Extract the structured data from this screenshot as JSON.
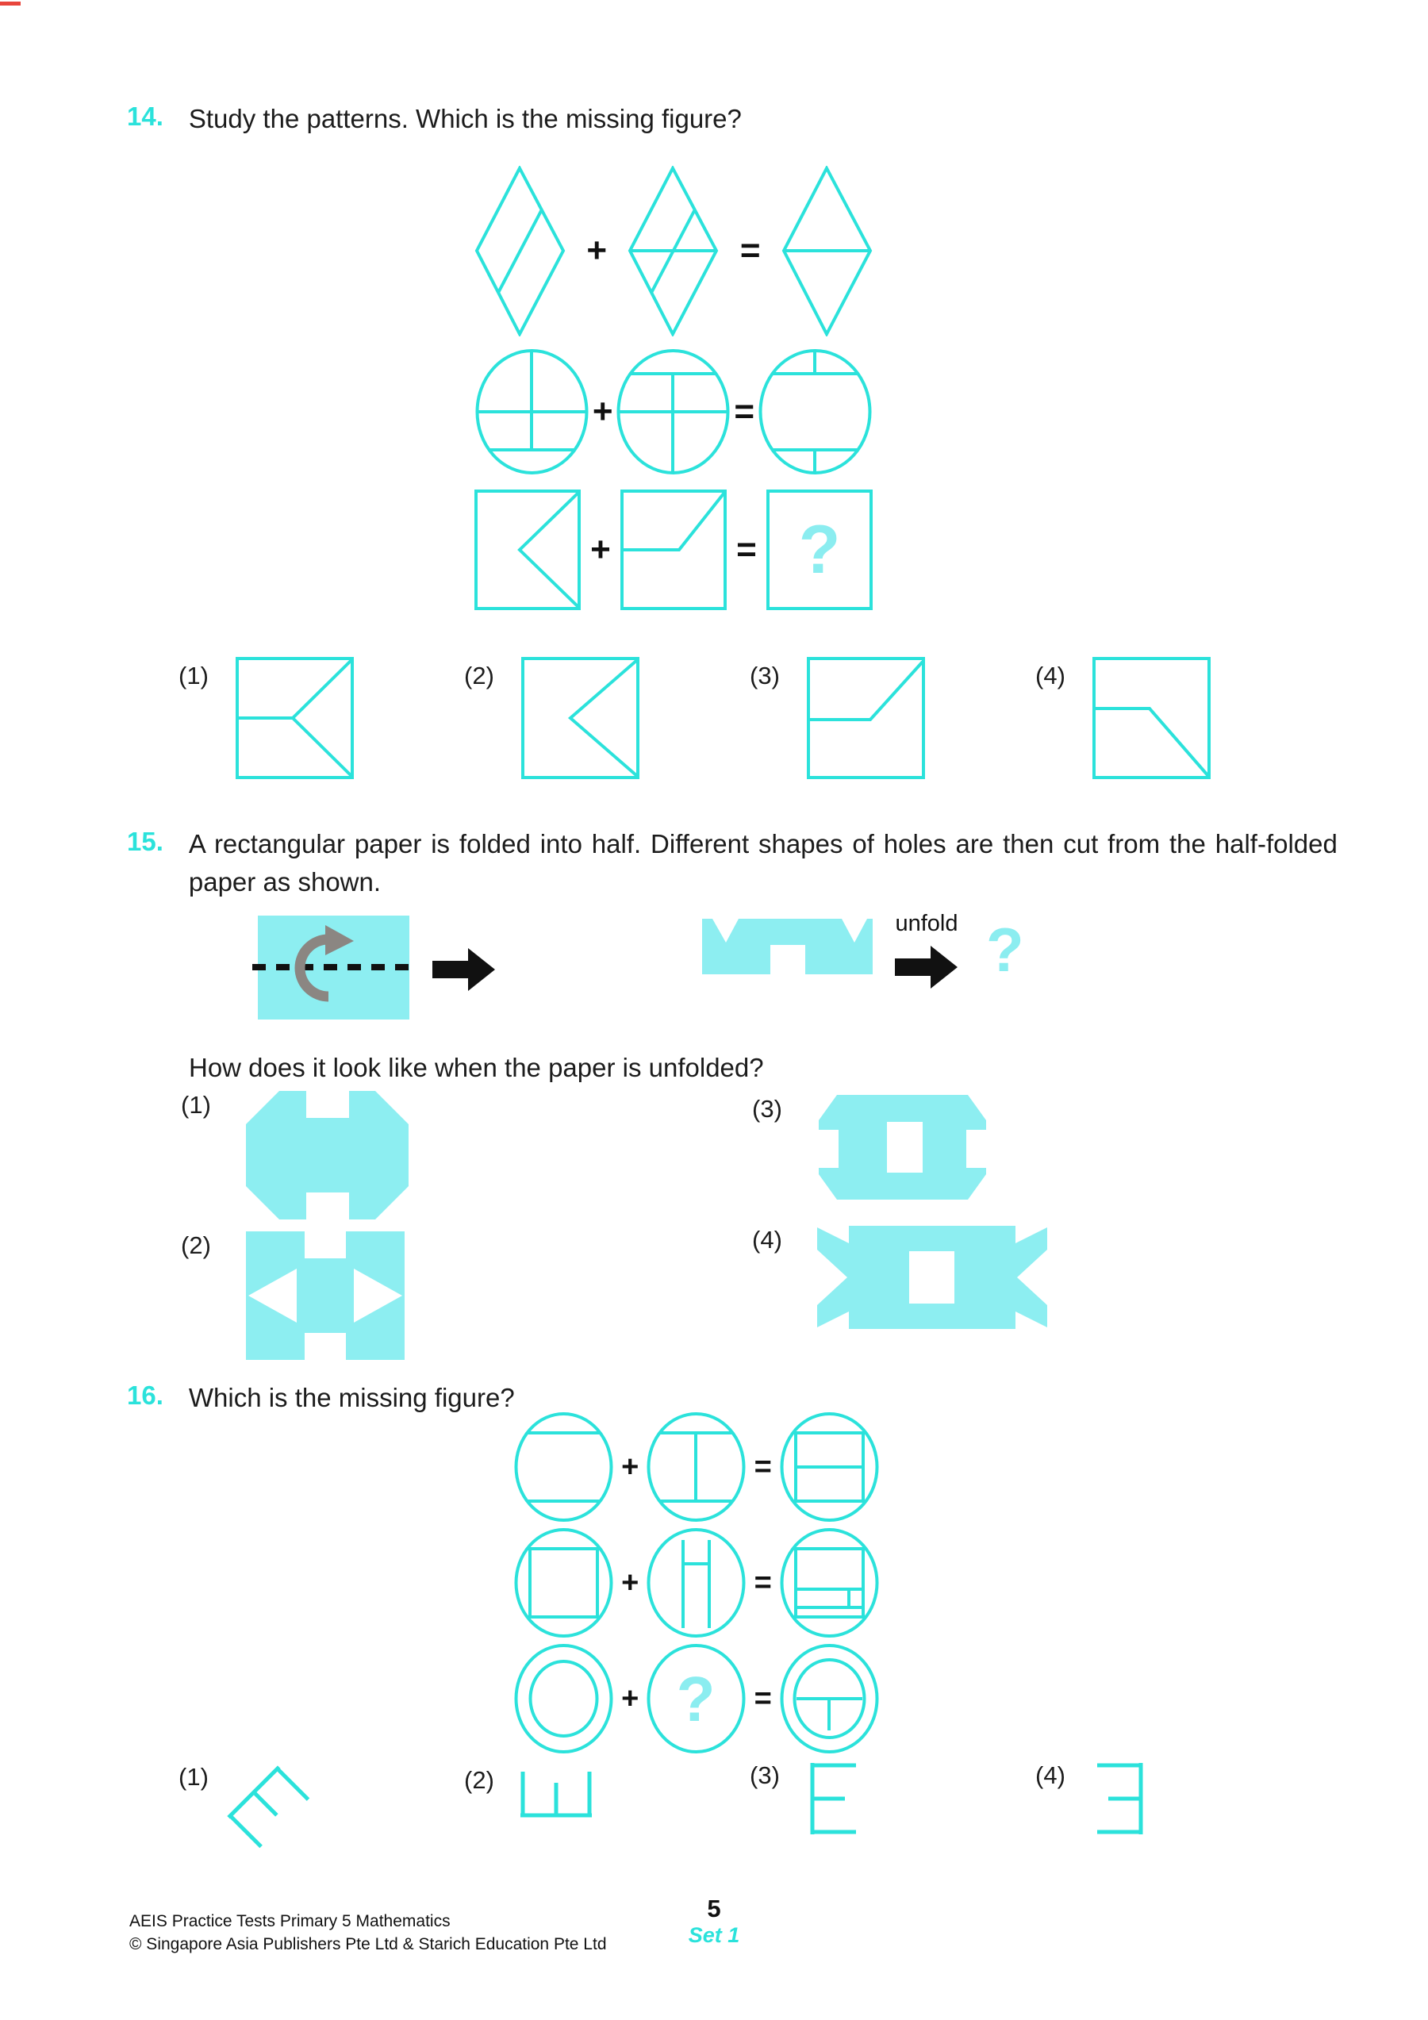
{
  "colors": {
    "cyan_line": "#2be2db",
    "cyan_fill": "#8deef1",
    "text": "#1c1c1c",
    "gray_arrow": "#8b8682"
  },
  "operators": {
    "plus": "+",
    "equals": "="
  },
  "q14": {
    "number": "14.",
    "prompt": "Study the patterns. Which is the missing figure?",
    "missing_mark": "?",
    "rows": [
      {
        "figures": [
          "diamond-with-diagonal",
          "diamond-with-horizontal-and-diagonal",
          "diamond-with-horizontal"
        ]
      },
      {
        "figures": [
          "circle-cross-bottom-chord",
          "circle-cross-top-chord",
          "circle-top-bottom-chords"
        ]
      },
      {
        "figures": [
          "square-left-chevron",
          "square-step-line-up",
          "question-mark"
        ]
      }
    ],
    "options": [
      {
        "label": "(1)",
        "figure": "square-chevron-with-mid-line"
      },
      {
        "label": "(2)",
        "figure": "square-left-chevron"
      },
      {
        "label": "(3)",
        "figure": "square-step-line-up"
      },
      {
        "label": "(4)",
        "figure": "square-step-line-down"
      }
    ]
  },
  "q15": {
    "number": "15.",
    "prompt": "A rectangular paper is folded into half. Different shapes of holes are then cut from the half-folded paper as shown.",
    "unfold_label": "unfold",
    "missing_mark": "?",
    "sub_prompt": "How does it look like when the paper is unfolded?",
    "options": [
      {
        "label": "(1)",
        "figure": "paper-corner-cuts-and-center-notches"
      },
      {
        "label": "(2)",
        "figure": "paper-side-triangle-holes-and-center-notches"
      },
      {
        "label": "(3)",
        "figure": "paper-trapezoid-side-notches-center-hole"
      },
      {
        "label": "(4)",
        "figure": "paper-candy-wings-center-hole"
      }
    ]
  },
  "q16": {
    "number": "16.",
    "prompt": "Which is the missing figure?",
    "missing_mark": "?",
    "rows": [
      {
        "figures": [
          "circle-top-bottom-chords",
          "circle-chords-with-center-vertical",
          "circle-square-with-mid-line"
        ]
      },
      {
        "figures": [
          "circle-inscribed-square",
          "circle-double-vertical-with-bar",
          "circle-square-with-inner-rect"
        ]
      },
      {
        "figures": [
          "circle-concentric",
          "question-mark",
          "circle-concentric-with-t-line"
        ]
      }
    ],
    "options": [
      {
        "label": "(1)",
        "figure": "letter-e-rotated-45"
      },
      {
        "label": "(2)",
        "figure": "letter-e-rotated-90-ccw"
      },
      {
        "label": "(3)",
        "figure": "letter-e"
      },
      {
        "label": "(4)",
        "figure": "letter-e-mirrored"
      }
    ]
  },
  "footer": {
    "line1": "AEIS Practice Tests Primary 5 Mathematics",
    "line2": "© Singapore Asia Publishers Pte Ltd & Starich Education Pte Ltd",
    "page_number": "5",
    "set_label": "Set 1"
  }
}
